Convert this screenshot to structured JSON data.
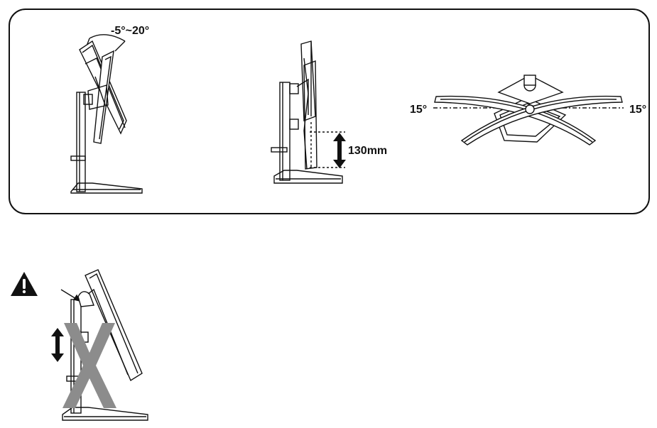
{
  "tilt": {
    "range_label": "-5°~20°"
  },
  "height": {
    "travel_label": "130mm"
  },
  "swivel": {
    "left_angle_label": "15°",
    "right_angle_label": "15°"
  },
  "warning": {
    "icon": "warning-triangle-icon"
  }
}
